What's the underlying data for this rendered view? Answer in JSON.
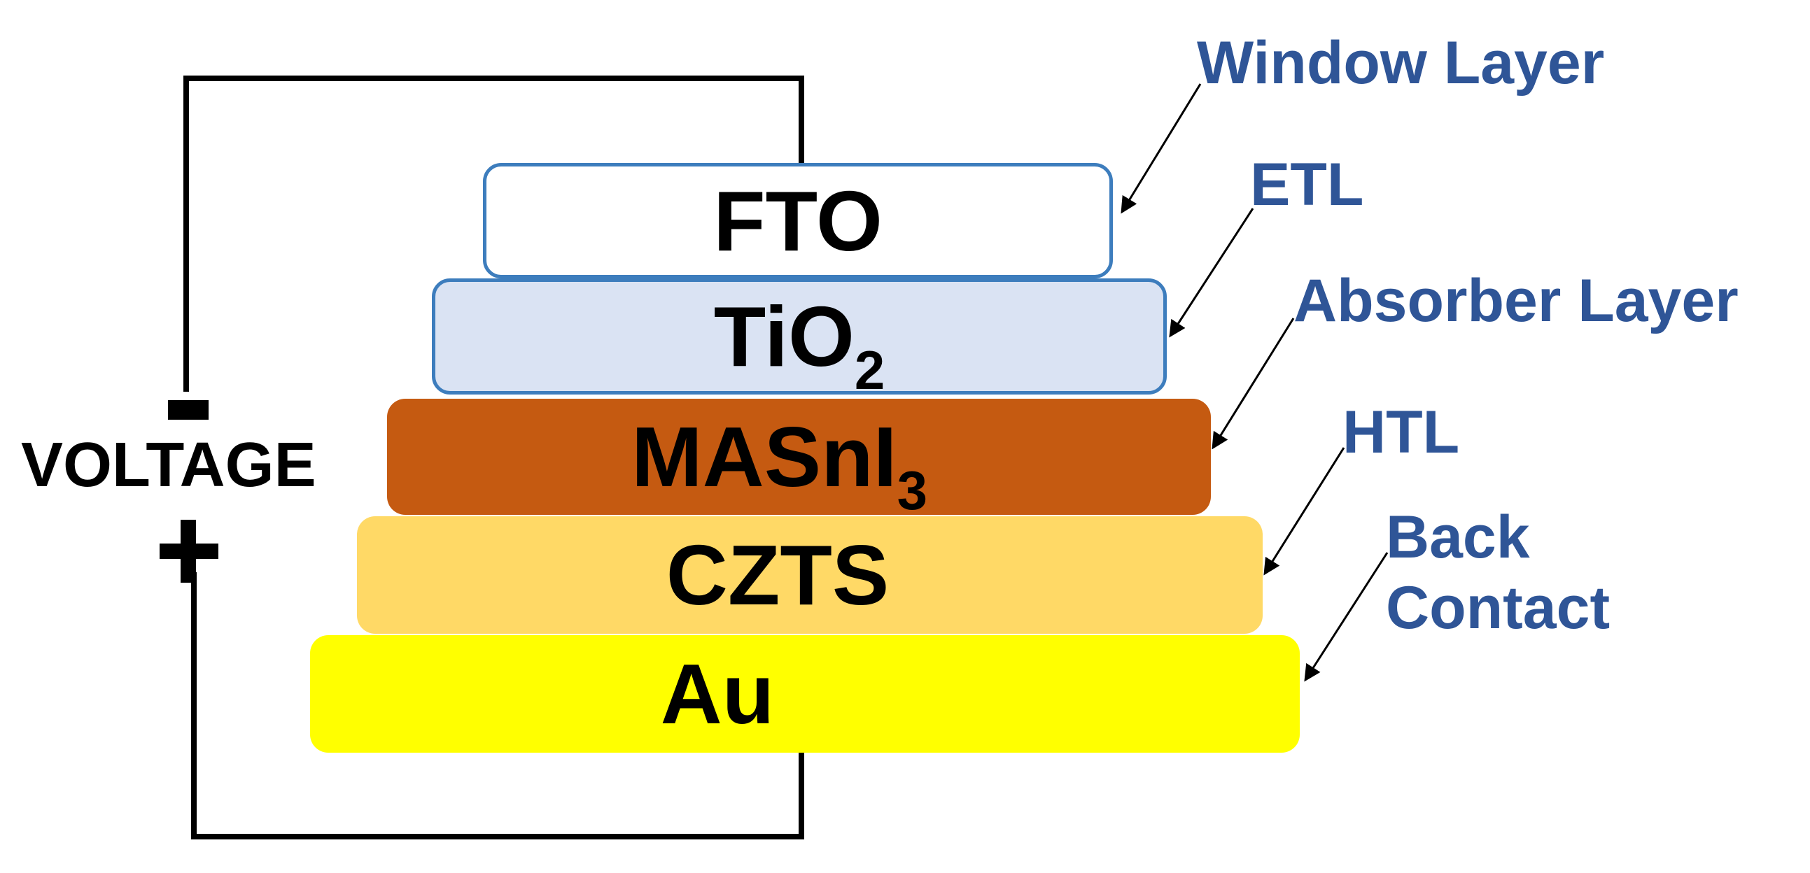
{
  "circuit": {
    "voltage_label": "VOLTAGE",
    "negative_terminal": "-",
    "positive_terminal": "+"
  },
  "layers": [
    {
      "id": "fto",
      "label": "FTO",
      "subscript": "",
      "fill": "#ffffff",
      "border": "#3d7dbd"
    },
    {
      "id": "tio2",
      "label": "TiO",
      "subscript": "2",
      "fill": "#dae3f3",
      "border": "#3d7dbd"
    },
    {
      "id": "masni",
      "label": "MASnI",
      "subscript": "3",
      "fill": "#c55a11",
      "border": ""
    },
    {
      "id": "czts",
      "label": "CZTS",
      "subscript": "",
      "fill": "#ffd966",
      "border": ""
    },
    {
      "id": "au",
      "label": "Au",
      "subscript": "",
      "fill": "#ffff00",
      "border": ""
    }
  ],
  "callouts": {
    "window_layer": "Window Layer",
    "etl": "ETL",
    "absorber_layer": "Absorber Layer",
    "htl": "HTL",
    "back_contact_line1": "Back",
    "back_contact_line2": "Contact"
  },
  "colors": {
    "callout_text": "#2f5597",
    "wire": "#000000",
    "layer_border": "#3d7dbd"
  }
}
